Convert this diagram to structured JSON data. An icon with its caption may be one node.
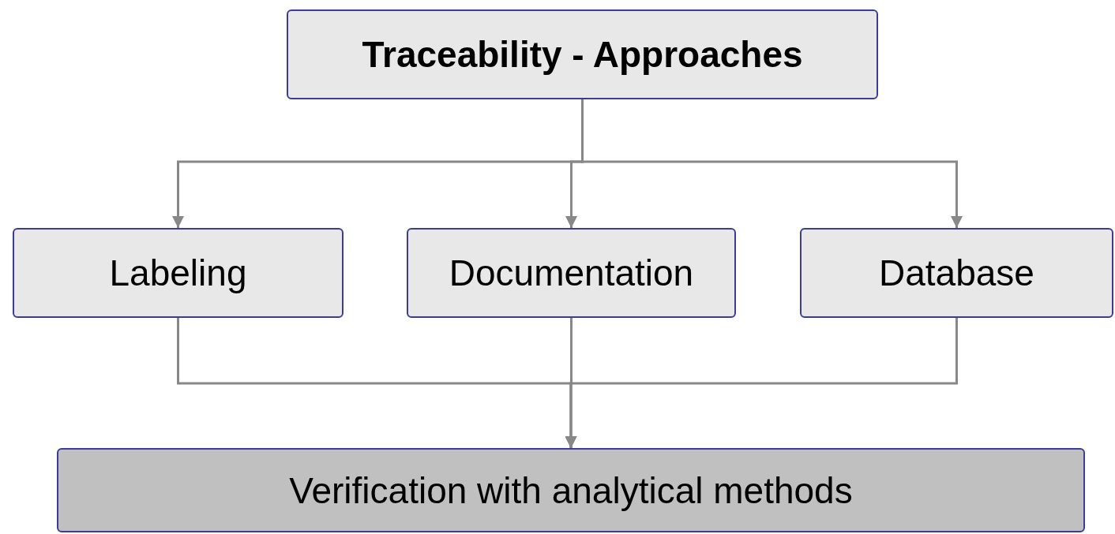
{
  "diagram": {
    "nodes": [
      {
        "text": [
          "Traceability - Approaches"
        ]
      },
      {
        "text": [
          "Labeling"
        ]
      },
      {
        "text": [
          "Documentation"
        ]
      },
      {
        "text": [
          "Database"
        ]
      },
      {
        "text": [
          "Verification with analytical methods"
        ]
      }
    ],
    "edges": [
      {
        "from": 0,
        "to": 1,
        "arrow": "to"
      },
      {
        "from": 0,
        "to": 2,
        "arrow": "to"
      },
      {
        "from": 0,
        "to": 3,
        "arrow": "to"
      },
      {
        "from": 1,
        "to": 4,
        "arrow": "to"
      },
      {
        "from": 2,
        "to": 4,
        "arrow": "to"
      },
      {
        "from": 3,
        "to": 4,
        "arrow": "to"
      }
    ]
  }
}
